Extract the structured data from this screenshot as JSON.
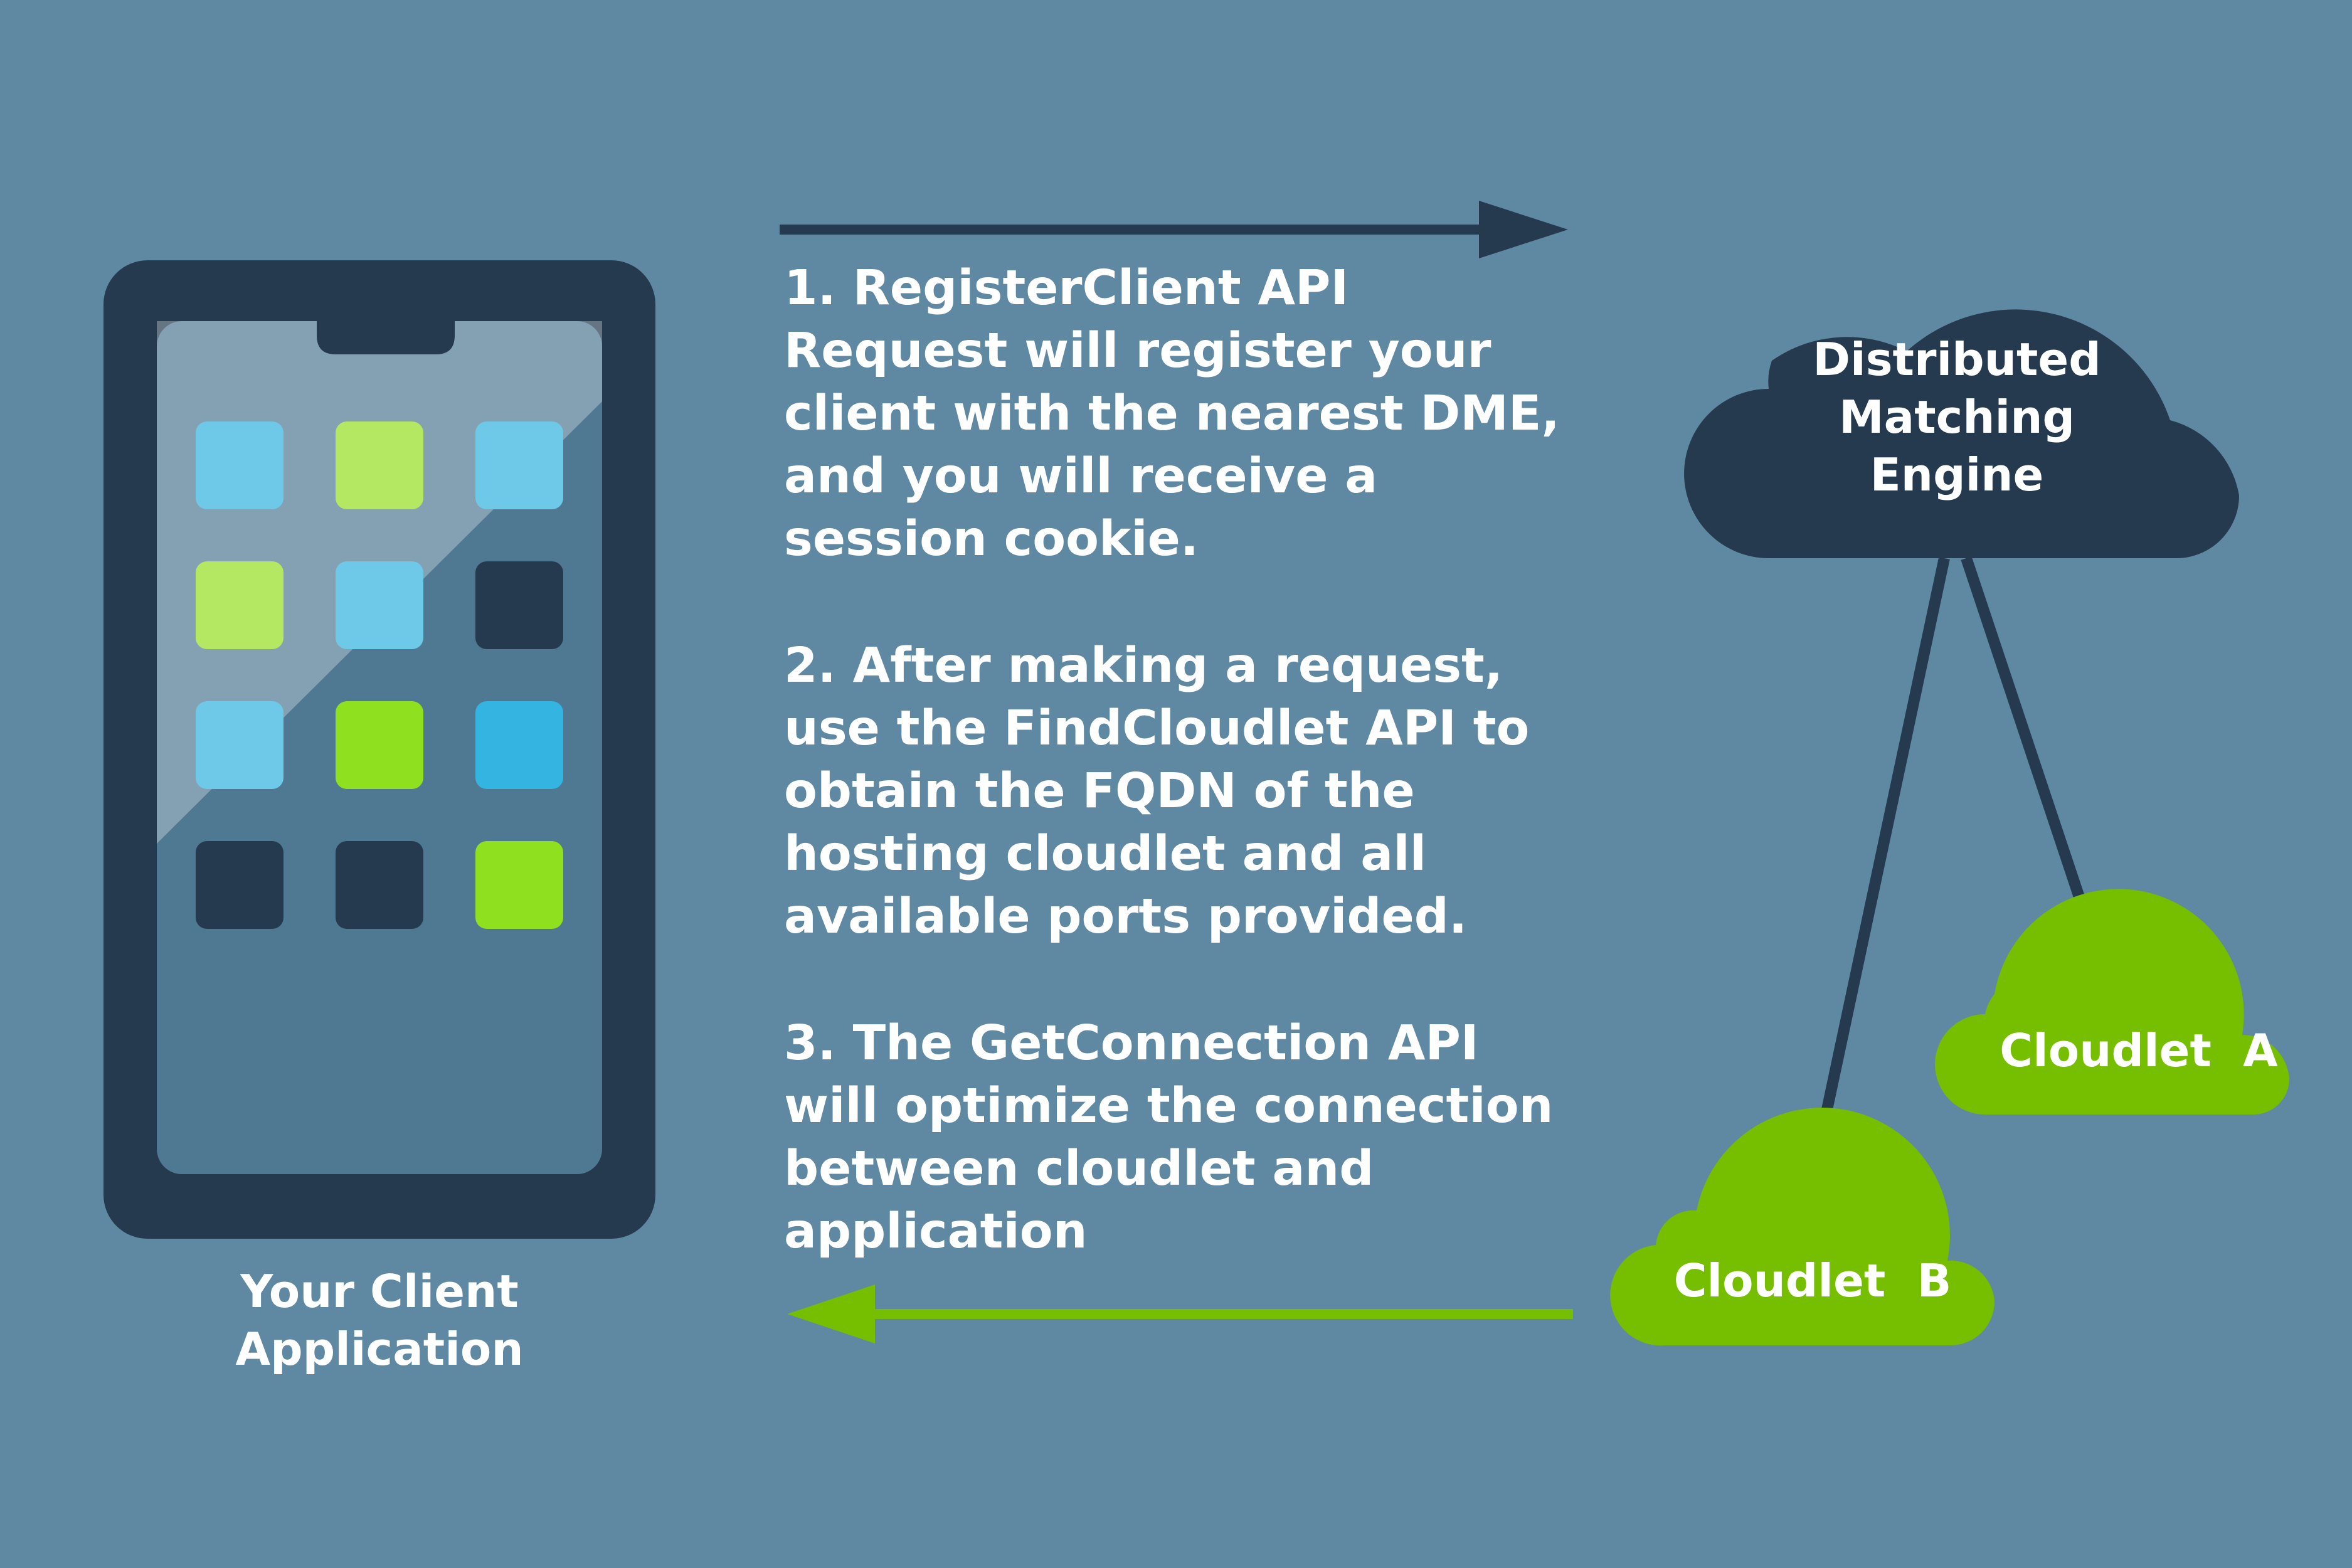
{
  "steps": [
    "1.  RegisterClient API\nRequest will register your\nclient with the nearest DME,\nand you will receive a\nsession cookie.",
    "2. After making a request,\nuse the FindCloudlet API to\nobtain the FQDN of the\nhosting cloudlet and all\navailable ports provided.",
    "3. The GetConnection API\nwill optimize the connection\nbetween cloudlet and\napplication"
  ],
  "client": {
    "label": "Your Client\nApplication",
    "app_tiles": [
      [
        "#6ec9e8",
        "#b4e862",
        "#6ec9e8"
      ],
      [
        "#b4e862",
        "#6ec9e8",
        "#253a4e"
      ],
      [
        "#6ec9e8",
        "#8fe01e",
        "#34b4e0"
      ],
      [
        "#253a4e",
        "#253a4e",
        "#8fe01e"
      ]
    ]
  },
  "dme": {
    "label": "Distributed\nMatching\nEngine"
  },
  "cloudlets": {
    "a_label": "Cloudlet  A",
    "b_label": "Cloudlet  B"
  },
  "colors": {
    "background": "#5f88a3",
    "dark_navy": "#253a4e",
    "cloudlet_green": "#76be00",
    "arrow_green": "#76be00",
    "screen": "#4f7892",
    "text": "#ffffff"
  }
}
